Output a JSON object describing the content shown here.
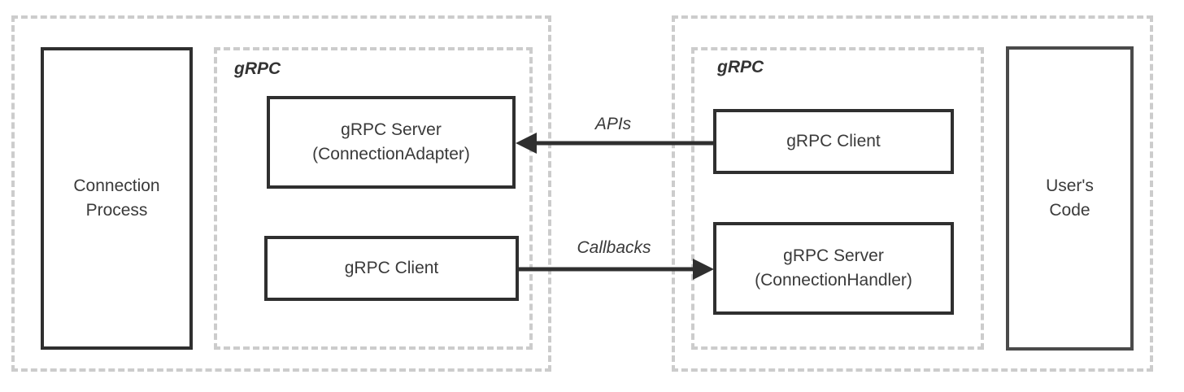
{
  "diagram": {
    "left_group": {
      "process_box_label": "Connection Process",
      "grpc_label": "gRPC",
      "server_box_label": "gRPC Server (ConnectionAdapter)",
      "client_box_label": "gRPC Client"
    },
    "right_group": {
      "grpc_label": "gRPC",
      "client_box_label": "gRPC Client",
      "server_box_label": "gRPC Server (ConnectionHandler)",
      "user_code_box_label": "User's Code"
    },
    "arrows": {
      "apis_label": "APIs",
      "callbacks_label": "Callbacks"
    },
    "colors": {
      "solid_border": "#2f2f2f",
      "secondary_border": "#4a4a4a",
      "dashed_border": "#cccccc",
      "text": "#3a3a3a",
      "arrow": "#2f2f2f",
      "background": "#ffffff"
    }
  }
}
